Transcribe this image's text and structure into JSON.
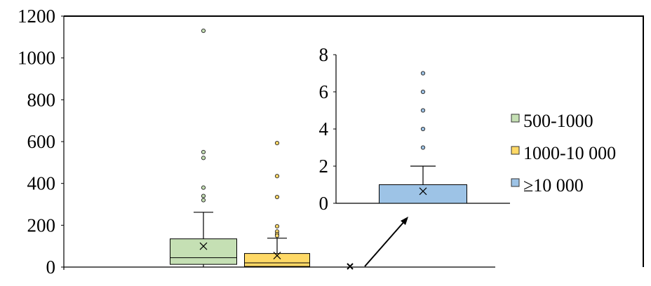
{
  "chart_data": {
    "type": "box",
    "title": "",
    "xlabel": "",
    "ylabel": "",
    "ylim": [
      0,
      1200
    ],
    "yticks": [
      "0",
      "200",
      "400",
      "600",
      "800",
      "1000",
      "1200"
    ],
    "legend": {
      "placement": "right",
      "entries": [
        "500-1000",
        "1000-10 000",
        "≥10 000"
      ]
    },
    "series": [
      {
        "name": "500-1000",
        "color": "#c5e0b4",
        "q1": 13,
        "median": 45,
        "q3": 135,
        "mean": 100,
        "whisker_low": 0,
        "whisker_high": 262,
        "outliers": [
          1130,
          550,
          522,
          380,
          340,
          320
        ]
      },
      {
        "name": "1000-10 000",
        "color": "#ffd966",
        "q1": 3,
        "median": 20,
        "q3": 65,
        "mean": 55,
        "whisker_low": 0,
        "whisker_high": 138,
        "outliers": [
          593,
          435,
          335,
          195,
          170,
          158,
          150
        ]
      },
      {
        "name": "≥10 000",
        "color": "#9dc3e6",
        "q1": 0,
        "median": 0,
        "q3": 1,
        "mean": 0.65,
        "whisker_low": 0,
        "whisker_high": 2,
        "outliers": [
          3,
          4,
          5,
          6,
          7
        ]
      }
    ],
    "inset": {
      "series": "≥10 000",
      "ylim": [
        0,
        8
      ],
      "yticks": [
        "0",
        "2",
        "4",
        "6",
        "8"
      ]
    }
  }
}
